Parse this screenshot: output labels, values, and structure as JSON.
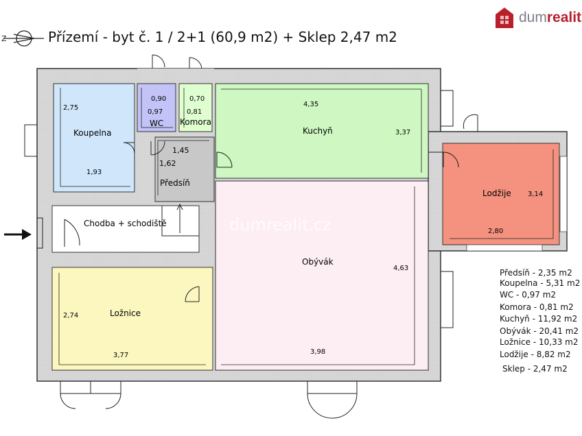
{
  "title": "Přízemí - byt č. 1 / 2+1 (60,9 m2) + Sklep 2,47 m2",
  "brand": {
    "part1": "dum",
    "part2": "realit",
    "part3": ".c",
    "watermark": "dumrealit.cz"
  },
  "rooms": {
    "koupelna": {
      "name": "Koupelna",
      "dims": [
        "2,75",
        "1,93"
      ]
    },
    "wc": {
      "name": "WC",
      "dims": [
        "0,90",
        "0,97"
      ]
    },
    "komora": {
      "name": "Komora",
      "dims": [
        "0,70",
        "0,81"
      ]
    },
    "predsin": {
      "name": "Předsíň",
      "dims": [
        "1,45",
        "1,62"
      ]
    },
    "kuchyn": {
      "name": "Kuchyň",
      "dims": [
        "4,35",
        "3,37"
      ]
    },
    "lodzije": {
      "name": "Lodžije",
      "dims": [
        "3,14",
        "2,80"
      ]
    },
    "chodba": {
      "name": "Chodba + schodiště"
    },
    "obyvak": {
      "name": "Obývák",
      "dims": [
        "4,63",
        "3,98"
      ]
    },
    "loznice": {
      "name": "Ložnice",
      "dims": [
        "2,74",
        "3,77"
      ]
    }
  },
  "legend": [
    "Předsíň - 2,35 m2",
    "Koupelna - 5,31 m2",
    "WC - 0,97 m2",
    "Komora - 0,81 m2",
    "Kuchyň - 11,92 m2",
    "Obývák - 20,41 m2",
    "Ložnice - 10,33 m2",
    "Lodžije - 8,82 m2",
    "Sklep - 2,47 m2"
  ],
  "colors": {
    "koupelna": "#cfe6fb",
    "wc": "#c3c3f7",
    "komora": "#e0ffd0",
    "predsin": "#c8c8c8",
    "kuchyn": "#cef7c1",
    "lodzije": "#f4917f",
    "obyvak": "#fdeef3",
    "loznice": "#fbf7bf",
    "wall": "#d6d6d6",
    "brand_red": "#b8202a",
    "brand_grey": "#7b8088"
  }
}
